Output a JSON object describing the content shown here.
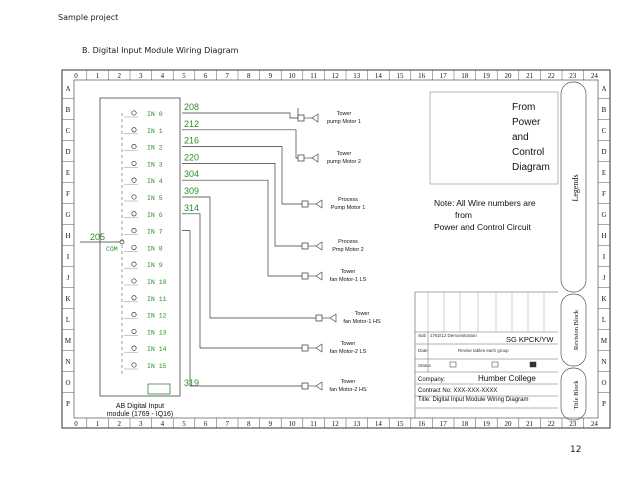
{
  "header": {
    "project": "Sample project",
    "section": "B.    Digital Input Module Wiring Diagram"
  },
  "page_number": "12",
  "columns": [
    "0",
    "1",
    "2",
    "3",
    "4",
    "5",
    "6",
    "7",
    "8",
    "9",
    "10",
    "11",
    "12",
    "13",
    "14",
    "15",
    "16",
    "17",
    "18",
    "19",
    "20",
    "21",
    "22",
    "23",
    "24"
  ],
  "rows": [
    "A",
    "B",
    "C",
    "D",
    "E",
    "F",
    "G",
    "H",
    "I",
    "J",
    "K",
    "L",
    "M",
    "N",
    "O",
    "P"
  ],
  "module": {
    "name_line1": "AB Digital Input",
    "name_line2": "module (1769 - IQ16)",
    "com_label": "COM",
    "inputs": [
      "IN 0",
      "IN 1",
      "IN 2",
      "IN 3",
      "IN 4",
      "IN 5",
      "IN 6",
      "IN 7",
      "IN 8",
      "IN 9",
      "IN 10",
      "IN 11",
      "IN 12",
      "IN 13",
      "IN 14",
      "IN 15"
    ]
  },
  "wire_numbers": [
    "208",
    "212",
    "216",
    "220",
    "304",
    "309",
    "314"
  ],
  "com_wire": "205",
  "last_wire": "319",
  "devices": [
    {
      "line1": "Tower",
      "line2": "pump Motor 1"
    },
    {
      "line1": "Tower",
      "line2": "pump Motor 2"
    },
    {
      "line1": "Process",
      "line2": "Pump Motor 1"
    },
    {
      "line1": "Process",
      "line2": "Pmp Motor 2"
    },
    {
      "line1": "Tower",
      "line2": "fan Motor-1 LS"
    },
    {
      "line1": "Tower",
      "line2": "fan Motor-1 HS"
    },
    {
      "line1": "Tower",
      "line2": "fan Motor-2 LS"
    },
    {
      "line1": "Tower",
      "line2": "fan Motor-2 HS"
    }
  ],
  "source_note": {
    "lines": [
      "From",
      "Power",
      "and",
      "Control",
      "Diagram"
    ]
  },
  "wire_note": {
    "lines": [
      "Note: All Wire numbers are",
      "from",
      "Power and Control Circuit"
    ]
  },
  "side_labels": {
    "legends": "Legends",
    "revision": "Revision Block",
    "title_block": "Title Block"
  },
  "revision_block": {
    "title": "SG  KPCK/YW",
    "row1_label": "Sub",
    "row1_text": "1762/12 Demonstration",
    "row2_label": "Date",
    "row2_text": "Revise tables each group",
    "row3_label": "Status"
  },
  "title_block": {
    "company_label": "Company:",
    "company": "Humber College",
    "contract": "Contract No: XXX-XXX-XXXX",
    "title": "Title: Digital Input Module Wiring Diagram"
  }
}
